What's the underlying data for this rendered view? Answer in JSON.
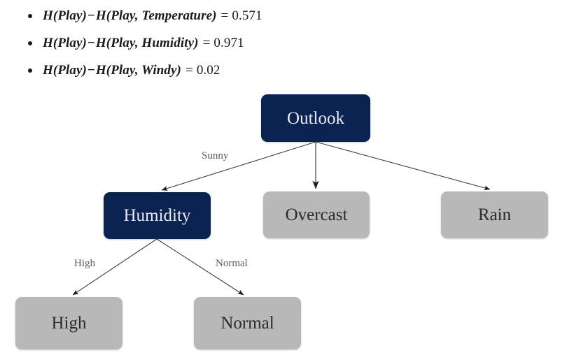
{
  "formulas": [
    {
      "id": "info-gain-temperature",
      "lhs_fn": "H",
      "lhs_arg": "(Play)",
      "operator": "−",
      "rhs_fn": "H",
      "rhs_arg": "(Play, Temperature)",
      "equals": "=",
      "value": "0.571",
      "plain": "H(Play) − H(Play, Temperature) = 0.571"
    },
    {
      "id": "info-gain-humidity",
      "lhs_fn": "H",
      "lhs_arg": "(Play)",
      "operator": "−",
      "rhs_fn": "H",
      "rhs_arg": "(Play, Humidity)",
      "equals": "=",
      "value": "0.971",
      "plain": "H(Play) − H(Play, Humidity) = 0.971"
    },
    {
      "id": "info-gain-windy",
      "lhs_fn": "H",
      "lhs_arg": "(Play)",
      "operator": "−",
      "rhs_fn": "H",
      "rhs_arg": "(Play, Windy)",
      "equals": "=",
      "value": "0.02",
      "plain": "H(Play) − H(Play, Windy) = 0.02"
    }
  ],
  "tree": {
    "nodes": [
      {
        "id": "outlook",
        "label": "Outlook",
        "kind": "decision"
      },
      {
        "id": "humidity",
        "label": "Humidity",
        "kind": "decision"
      },
      {
        "id": "overcast",
        "label": "Overcast",
        "kind": "leaf"
      },
      {
        "id": "rain",
        "label": "Rain",
        "kind": "leaf"
      },
      {
        "id": "high",
        "label": "High",
        "kind": "leaf"
      },
      {
        "id": "normal",
        "label": "Normal",
        "kind": "leaf"
      }
    ],
    "edge_labels": [
      {
        "id": "edge-sunny",
        "label": "Sunny",
        "from": "outlook",
        "to": "humidity"
      },
      {
        "id": "edge-high",
        "label": "High",
        "from": "humidity",
        "to": "high"
      },
      {
        "id": "edge-normal",
        "label": "Normal",
        "from": "humidity",
        "to": "normal"
      }
    ]
  },
  "colors": {
    "decision_node": "#0b2350",
    "decision_text": "#e8eaee",
    "leaf_node": "#b8b8b8",
    "leaf_text": "#2b2b2b",
    "edge_line": "#3d3d3d",
    "edge_label_text": "#5b5b5b",
    "background": "#ffffff",
    "formula_text": "#1a1a1a"
  }
}
